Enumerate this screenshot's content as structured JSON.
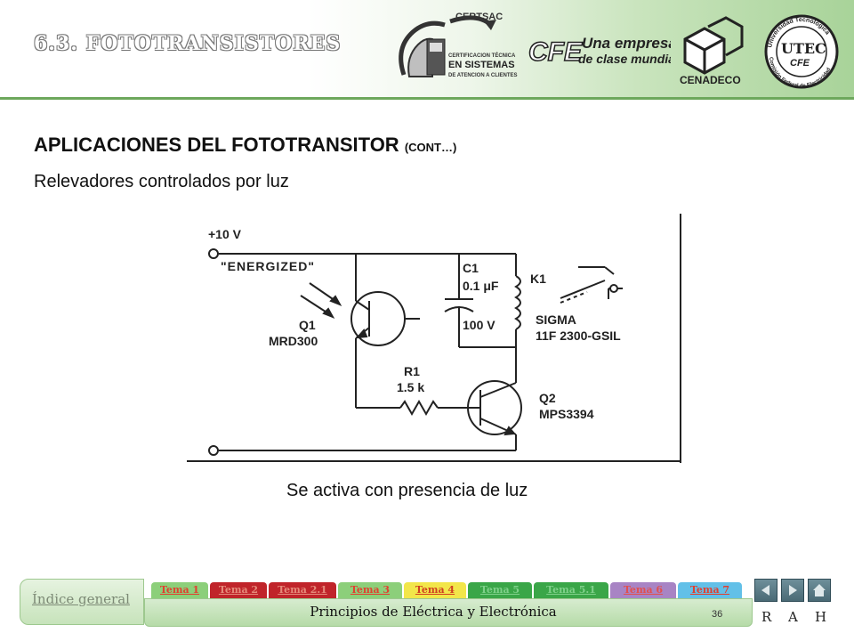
{
  "header": {
    "section_title": "6.3. FOTOTRANSISTORES",
    "logos": {
      "certsac_name": "CERTSAC",
      "certsac_line1": "CERTIFICACION TÉCNICA",
      "certsac_line2": "EN SISTEMAS",
      "certsac_line3": "DE ATENCION A CLIENTES",
      "cfe_name": "CFE",
      "cfe_tagline1": "Una empresa",
      "cfe_tagline2": "de clase mundial",
      "cenadeco_name": "CENADECO",
      "utec_top": "Universidad Tecnológica",
      "utec_mid": "UTEC",
      "utec_cfe": "CFE",
      "utec_bottom": "Comisión Federal de Electricidad"
    }
  },
  "content": {
    "heading": "APLICACIONES DEL FOTOTRANSITOR",
    "heading_suffix": "(CONT…)",
    "subheading": "Relevadores controlados por luz",
    "caption": "Se activa con presencia de luz"
  },
  "diagram": {
    "supply": "+10 V",
    "energized": "\"ENERGIZED\"",
    "c1_name": "C1",
    "c1_value": "0.1 μF",
    "c1_voltage": "100 V",
    "k1_name": "K1",
    "k1_model1": "SIGMA",
    "k1_model2": "11F 2300-GSIL",
    "q1_name": "Q1",
    "q1_part": "MRD300",
    "r1_name": "R1",
    "r1_value": "1.5 k",
    "q2_name": "Q2",
    "q2_part": "MPS3394"
  },
  "footer": {
    "index_label": "Índice general",
    "course_title": "Principios de Eléctrica y Electrónica",
    "page_number": "36",
    "tabs": [
      {
        "label": "Tema 1",
        "bg": "#8ccf7a",
        "fg": "#e04030"
      },
      {
        "label": "Tema 2",
        "bg": "#c0242a",
        "fg": "#e58a7a"
      },
      {
        "label": "Tema 2.1",
        "bg": "#c0242a",
        "fg": "#e58a7a"
      },
      {
        "label": "Tema 3",
        "bg": "#8ccf7a",
        "fg": "#e04030"
      },
      {
        "label": "Tema 4",
        "bg": "#f2e64a",
        "fg": "#d04020"
      },
      {
        "label": "Tema 5",
        "bg": "#3aa648",
        "fg": "#7fd08a"
      },
      {
        "label": "Tema 5.1",
        "bg": "#3aa648",
        "fg": "#7fd08a"
      },
      {
        "label": "Tema 6",
        "bg": "#a884c4",
        "fg": "#e05050"
      },
      {
        "label": "Tema 7",
        "bg": "#62c0e8",
        "fg": "#e04030"
      }
    ],
    "nav_letters": [
      "R",
      "A",
      "H"
    ]
  }
}
